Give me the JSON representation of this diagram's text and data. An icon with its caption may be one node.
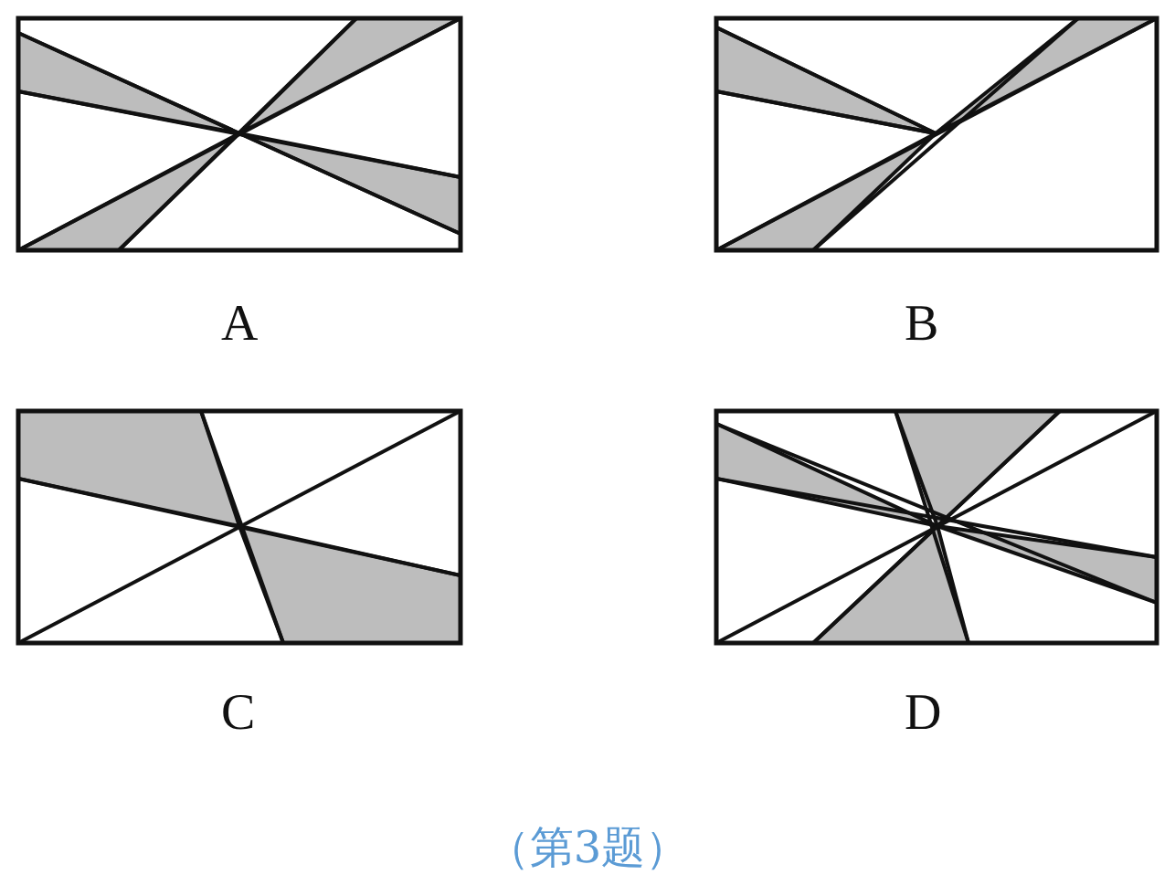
{
  "diagram": {
    "caption": "（第3题）",
    "labels": [
      "A",
      "B",
      "C",
      "D"
    ]
  }
}
